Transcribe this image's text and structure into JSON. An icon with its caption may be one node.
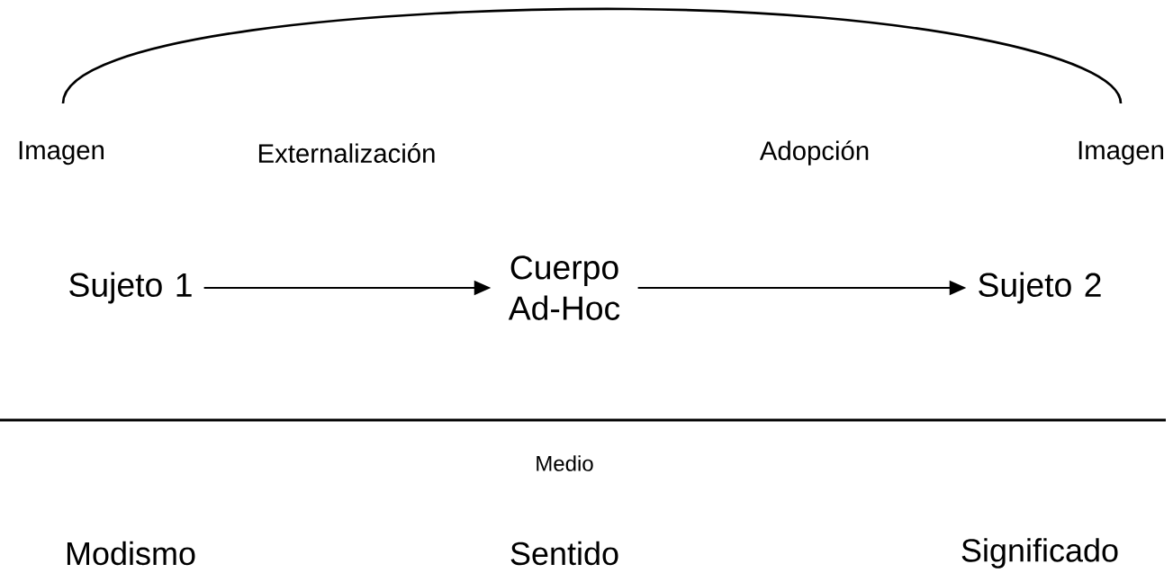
{
  "diagram": {
    "nodes": [
      {
        "text": [
          "Sujeto 1"
        ]
      },
      {
        "text": [
          "Cuerpo Ad-Hoc"
        ]
      },
      {
        "text": [
          "Sujeto 2"
        ]
      }
    ],
    "edges": [
      {
        "from": 0,
        "to": 1,
        "arrow": "to"
      },
      {
        "from": 1,
        "to": 2,
        "arrow": "to"
      }
    ],
    "labels": [
      "Imagen",
      "Externalización",
      "Adopción",
      "Imagen",
      "Medio",
      "Modismo",
      "Sentido",
      "Significado"
    ]
  }
}
